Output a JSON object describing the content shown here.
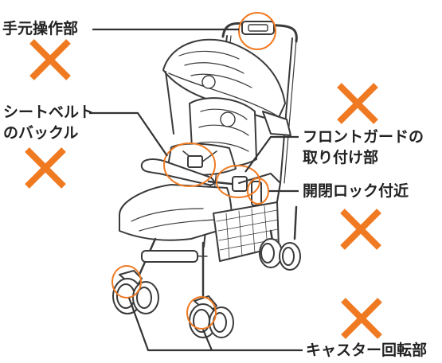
{
  "colors": {
    "accent": "#f07a22",
    "line": "#333333",
    "stroller": "#3a3a3a",
    "text": "#222222"
  },
  "labels": {
    "hand_operation": "手元操作部",
    "seatbelt_line1": "シートベルト",
    "seatbelt_line2": "のバックル",
    "front_guard_line1": "フロントガードの",
    "front_guard_line2": "取り付け部",
    "open_close_lock": "開閉ロック付近",
    "caster": "キャスター回転部"
  },
  "icons": [
    "x-mark-icon"
  ]
}
